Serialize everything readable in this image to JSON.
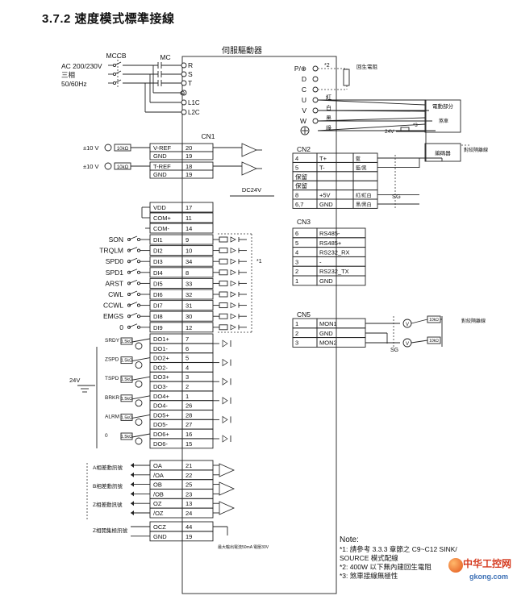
{
  "title": "3.7.2  速度模式標準接線",
  "power": {
    "mccb": "MCCB",
    "mc": "MC",
    "line1": "AC 200/230V",
    "line2": "三相",
    "line3": "50/60Hz"
  },
  "drive_title": "伺服驅動器",
  "left_terms": {
    "R": "R",
    "S": "S",
    "T": "T",
    "L1C": "L1C",
    "L2C": "L2C"
  },
  "right_terms": {
    "P": "P/⊕",
    "D": "D",
    "C": "C",
    "U": "U",
    "V": "V",
    "W": "W",
    "marker2": "*2",
    "regen": "回生電阻",
    "red": "紅",
    "white": "白",
    "black": "黑",
    "green": "綠"
  },
  "motor": {
    "motor_part": "電動部分",
    "brake": "煞車",
    "encoder": "編碼器",
    "v24": "24V",
    "dc24v": "DC24V",
    "marker3": "*3",
    "shield": "對絞隔離線"
  },
  "cn1": {
    "label": "CN1",
    "analog": [
      {
        "src": "±10 V",
        "res": "10kΩ",
        "sig": "V-REF",
        "pin": "20"
      },
      {
        "src": "",
        "res": "",
        "sig": "GND",
        "pin": "19"
      },
      {
        "src": "±10 V",
        "res": "10kΩ",
        "sig": "T-REF",
        "pin": "18"
      },
      {
        "src": "",
        "res": "",
        "sig": "GND",
        "pin": "19"
      }
    ],
    "power_pins": [
      {
        "sig": "VDD",
        "pin": "17"
      },
      {
        "sig": "COM+",
        "pin": "11"
      },
      {
        "sig": "COM-",
        "pin": "14"
      }
    ],
    "dc24v": "DC24V",
    "di_marker": "*1",
    "di": [
      {
        "name": "SON",
        "sig": "DI1",
        "pin": "9"
      },
      {
        "name": "TRQLM",
        "sig": "DI2",
        "pin": "10"
      },
      {
        "name": "SPD0",
        "sig": "DI3",
        "pin": "34"
      },
      {
        "name": "SPD1",
        "sig": "DI4",
        "pin": "8"
      },
      {
        "name": "ARST",
        "sig": "DI5",
        "pin": "33"
      },
      {
        "name": "CWL",
        "sig": "DI6",
        "pin": "32"
      },
      {
        "name": "CCWL",
        "sig": "DI7",
        "pin": "31"
      },
      {
        "name": "EMGS",
        "sig": "DI8",
        "pin": "30"
      },
      {
        "name": "0",
        "sig": "DI9",
        "pin": "12"
      }
    ],
    "do": [
      {
        "sig": "DO1+",
        "pin": "7"
      },
      {
        "sig": "DO1-",
        "pin": "6"
      },
      {
        "sig": "DO2+",
        "pin": "5"
      },
      {
        "sig": "DO2-",
        "pin": "4"
      },
      {
        "sig": "DO3+",
        "pin": "3"
      },
      {
        "sig": "DO3-",
        "pin": "2"
      },
      {
        "sig": "DO4+",
        "pin": "1"
      },
      {
        "sig": "DO4-",
        "pin": "26"
      },
      {
        "sig": "DO5+",
        "pin": "28"
      },
      {
        "sig": "DO5-",
        "pin": "27"
      },
      {
        "sig": "DO6+",
        "pin": "16"
      },
      {
        "sig": "DO6-",
        "pin": "15"
      }
    ],
    "do_names": [
      "SRDY",
      "ZSPD",
      "TSPD",
      "BRKR",
      "ALRM",
      "0"
    ],
    "do_res": "1.5kΩ",
    "do_supply": "24V",
    "encoder_out": [
      {
        "sig": "OA",
        "pin": "21"
      },
      {
        "sig": "/OA",
        "pin": "22"
      },
      {
        "sig": "OB",
        "pin": "25"
      },
      {
        "sig": "/OB",
        "pin": "23"
      },
      {
        "sig": "OZ",
        "pin": "13"
      },
      {
        "sig": "/OZ",
        "pin": "24"
      }
    ],
    "enc_labels": [
      "A相差動訊號",
      "B相差動訊號",
      "Z相差動訊號"
    ],
    "ocz": [
      {
        "sig": "OCZ",
        "pin": "44"
      },
      {
        "sig": "GND",
        "pin": "19"
      }
    ],
    "ocz_label": "Z相開集極訊號",
    "ocz_note": "最大輸出電流50mA 電壓30V"
  },
  "cn2": {
    "label": "CN2",
    "rows": [
      {
        "pin": "4",
        "sig": "T+",
        "wire": "藍"
      },
      {
        "pin": "5",
        "sig": "T-",
        "wire": "藍/黑"
      },
      {
        "pin": "保留",
        "sig": "",
        "wire": ""
      },
      {
        "pin": "保留",
        "sig": "",
        "wire": ""
      },
      {
        "pin": "8",
        "sig": "+5V",
        "wire": "紅/紅白"
      },
      {
        "pin": "6,7",
        "sig": "GND",
        "wire": "黑/黑白"
      }
    ],
    "sg": "SG"
  },
  "cn3": {
    "label": "CN3",
    "rows": [
      {
        "pin": "6",
        "sig": "RS485-"
      },
      {
        "pin": "5",
        "sig": "RS485+"
      },
      {
        "pin": "4",
        "sig": "RS232_RX"
      },
      {
        "pin": "3",
        "sig": "-"
      },
      {
        "pin": "2",
        "sig": "RS232_TX"
      },
      {
        "pin": "1",
        "sig": "GND"
      }
    ]
  },
  "cn5": {
    "label": "CN5",
    "rows": [
      {
        "pin": "1",
        "sig": "MON1"
      },
      {
        "pin": "2",
        "sig": "GND"
      },
      {
        "pin": "3",
        "sig": "MON2"
      }
    ],
    "sg": "SG",
    "res": "10kΩ",
    "v": "V",
    "shield": "對絞隔離線"
  },
  "notes": {
    "title": "Note:",
    "n1a": "*1:  請參考 3.3.3 章節之 C9~C12 SINK/",
    "n1b": "      SOURCE 模式配線",
    "n2": "*2:  400W 以下無內建回生電阻",
    "n3": "*3:  煞車接線無極性"
  },
  "watermark": {
    "cn": "中华工控网",
    "url": "gkong.com"
  }
}
